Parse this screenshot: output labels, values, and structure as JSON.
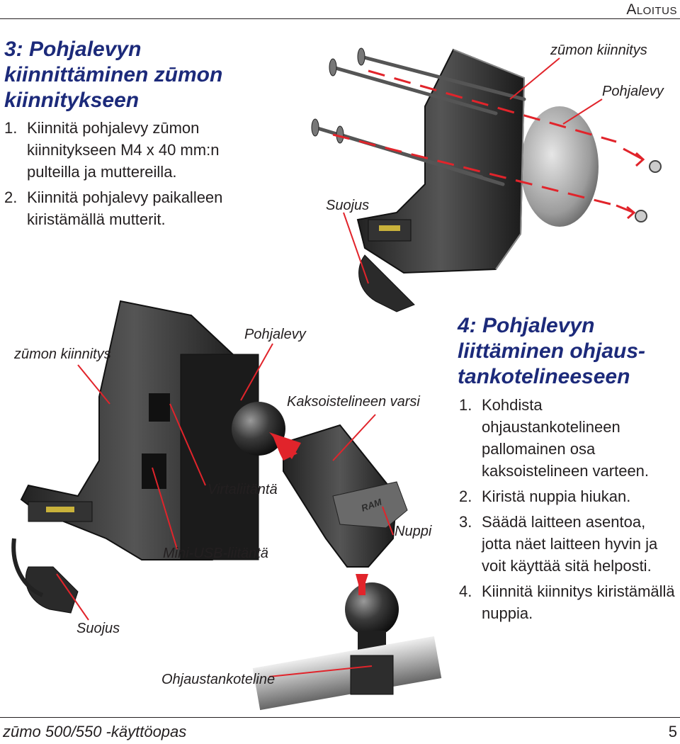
{
  "header": {
    "section": "Aloitus"
  },
  "section3": {
    "title": "3: Pohjalevyn kiinnittäminen zūmon kiinnitykseen",
    "steps": [
      {
        "num": "1.",
        "text": "Kiinnitä pohjalevy zūmon kiinnitykseen M4 x 40 mm:n pulteilla ja muttereilla."
      },
      {
        "num": "2.",
        "text": "Kiinnitä pohjalevy paikalleen kiristämällä mutterit."
      }
    ]
  },
  "figure1": {
    "labels": {
      "mount": "zūmon kiinnitys",
      "plate": "Pohjalevy",
      "cover": "Suojus"
    }
  },
  "figure2": {
    "labels": {
      "mount": "zūmon kiinnitys",
      "plate": "Pohjalevy",
      "arm": "Kaksoistelineen varsi",
      "power": "Virtaliitäntä",
      "usb": "Mini-USB-liitäntä",
      "knob": "Nuppi",
      "cover": "Suojus",
      "handlebar": "Ohjaustankoteline",
      "knob_emboss": "RAM"
    }
  },
  "section4": {
    "title_line1": "4: Pohjalevyn",
    "title_line2": "liittäminen ohjaus-",
    "title_line3": "tankotelineeseen",
    "steps": [
      {
        "num": "1.",
        "text": "Kohdista ohjaustankotelineen pallomainen osa kaksoistelineen varteen."
      },
      {
        "num": "2.",
        "text": "Kiristä nuppia hiukan."
      },
      {
        "num": "3.",
        "text": "Säädä laitteen asentoa, jotta näet laitteen hyvin ja voit käyttää sitä helposti."
      },
      {
        "num": "4.",
        "text": "Kiinnitä kiinnitys kiristämällä nuppia."
      }
    ]
  },
  "footer": {
    "title": "zūmo 500/550 -käyttöopas",
    "page": "5"
  },
  "colors": {
    "heading": "#1c2a7a",
    "callout_line": "#e1242b",
    "body": "#231f20"
  }
}
